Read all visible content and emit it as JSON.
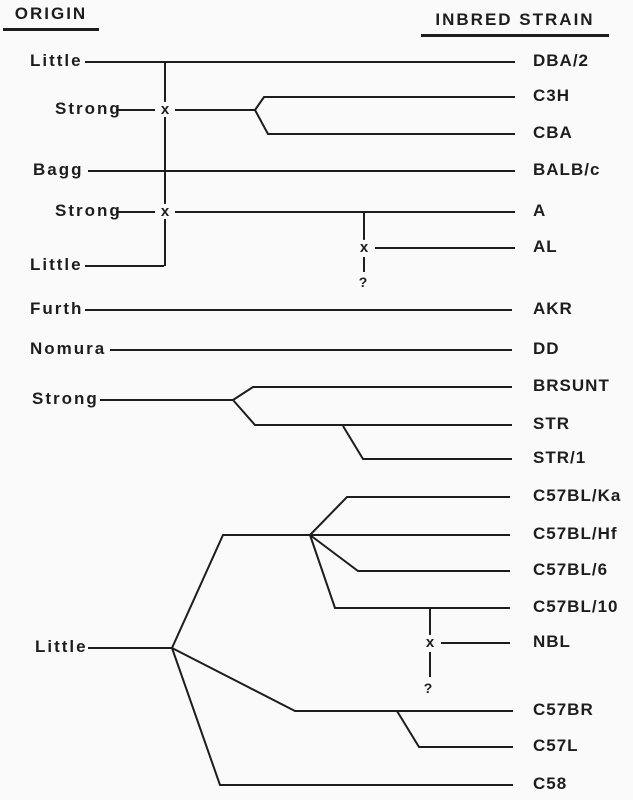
{
  "headers": {
    "origin": "ORIGIN",
    "inbred_strain": "INBRED STRAIN"
  },
  "origins": [
    "Little",
    "Strong",
    "Bagg",
    "Strong",
    "Little",
    "Furth",
    "Nomura",
    "Strong",
    "Little"
  ],
  "strains": [
    "DBA/2",
    "C3H",
    "CBA",
    "BALB/c",
    "A",
    "AL",
    "AKR",
    "DD",
    "BRSUNT",
    "STR",
    "STR/1",
    "C57BL/Ka",
    "C57BL/Hf",
    "C57BL/6",
    "C57BL/10",
    "NBL",
    "C57BR",
    "C57L",
    "C58"
  ],
  "symbols": {
    "cross": "x",
    "unknown": "?"
  },
  "colors": {
    "ink": "#1d1d1d",
    "paper": "#fafafa"
  },
  "lineage": [
    {
      "origin": "Little",
      "strains": [
        "DBA/2"
      ]
    },
    {
      "cross": "Little x Strong",
      "strains": [
        "C3H",
        "CBA"
      ]
    },
    {
      "origin": "Bagg",
      "strains": [
        "BALB/c"
      ]
    },
    {
      "cross": "Strong x Little",
      "strains": [
        "A"
      ]
    },
    {
      "cross": "A x ?",
      "strains": [
        "AL"
      ]
    },
    {
      "origin": "Furth",
      "strains": [
        "AKR"
      ]
    },
    {
      "origin": "Nomura",
      "strains": [
        "DD"
      ]
    },
    {
      "origin": "Strong",
      "strains": [
        "BRSUNT",
        "STR",
        "STR/1"
      ]
    },
    {
      "origin": "Little",
      "strains": [
        "C57BL/Ka",
        "C57BL/Hf",
        "C57BL/6",
        "C57BL/10",
        "C57BR",
        "C57L",
        "C58"
      ]
    },
    {
      "cross": "C57BL/10 x ?",
      "strains": [
        "NBL"
      ]
    }
  ]
}
